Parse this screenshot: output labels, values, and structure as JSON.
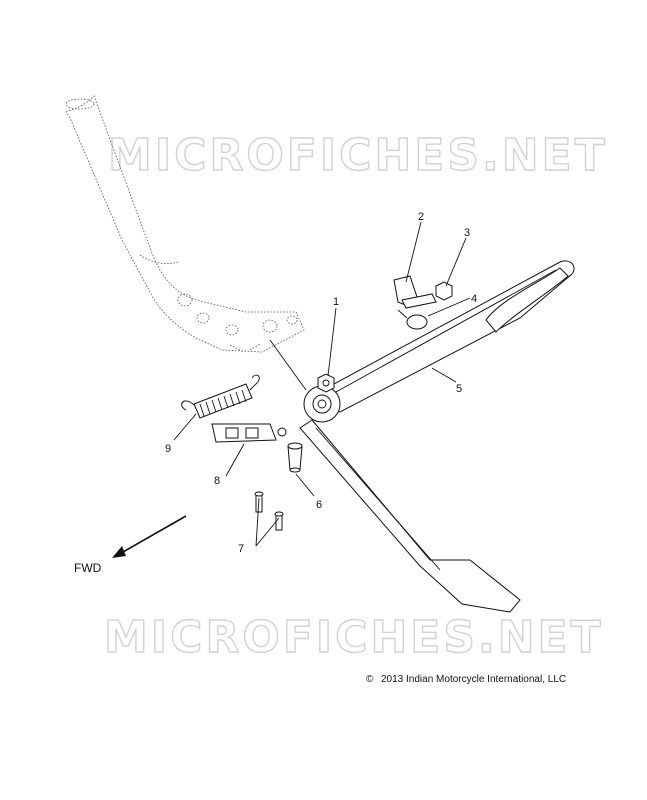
{
  "watermark": {
    "top_text": "MICROFICHES.NET",
    "bottom_text": "MICROFICHES.NET"
  },
  "callouts": [
    {
      "id": "1",
      "label": "1"
    },
    {
      "id": "2",
      "label": "2"
    },
    {
      "id": "3",
      "label": "3"
    },
    {
      "id": "4",
      "label": "4"
    },
    {
      "id": "5",
      "label": "5"
    },
    {
      "id": "6",
      "label": "6"
    },
    {
      "id": "7",
      "label": "7"
    },
    {
      "id": "8",
      "label": "8"
    },
    {
      "id": "9",
      "label": "9"
    }
  ],
  "direction": {
    "label": "FWD"
  },
  "copyright": {
    "text": "2013 Indian Motorcycle International, LLC",
    "symbol": "©"
  }
}
